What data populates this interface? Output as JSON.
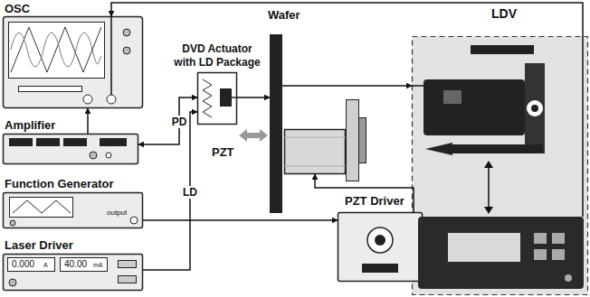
{
  "diagram": {
    "nodes": [
      {
        "text": [
          "OSC"
        ]
      },
      {
        "text": [
          "Amplifier"
        ]
      },
      {
        "text": [
          "Function Generator",
          "output"
        ]
      },
      {
        "text": [
          "Laser Driver",
          "0.000",
          "A",
          "40.00",
          "mA"
        ]
      },
      {
        "text": [
          "DVD Actuator with LD Package"
        ]
      },
      {
        "text": [
          "Wafer"
        ]
      },
      {
        "text": [
          "PZT"
        ]
      },
      {
        "text": [
          "PZT Driver"
        ]
      },
      {
        "text": [
          "LDV"
        ]
      }
    ],
    "edges": [
      {
        "from": 1,
        "to": 0,
        "arrow": "to"
      },
      {
        "from": 8,
        "to": 0,
        "arrow": "to"
      },
      {
        "from": 2,
        "to": 7,
        "arrow": "to"
      },
      {
        "from": 7,
        "to": 6,
        "arrow": "to"
      },
      {
        "from": 4,
        "to": 1,
        "label": "PD",
        "arrow": "both"
      },
      {
        "from": 3,
        "to": 4,
        "label": "LD",
        "arrow": "to"
      },
      {
        "from": 4,
        "to": 5,
        "arrow": "to"
      },
      {
        "from": 5,
        "to": 8,
        "arrow": "to"
      }
    ]
  }
}
